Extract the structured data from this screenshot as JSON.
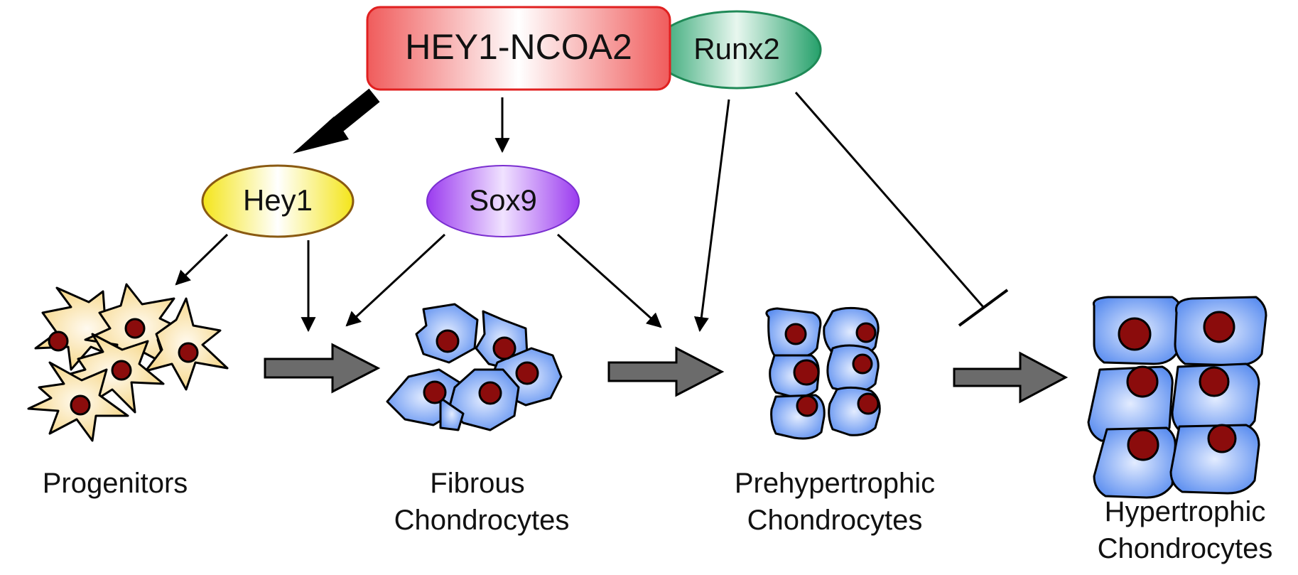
{
  "nodes": {
    "hey1_ncoa2": "HEY1-NCOA2",
    "runx2": "Runx2",
    "hey1": "Hey1",
    "sox9": "Sox9"
  },
  "stages": {
    "progenitors": "Progenitors",
    "fibrous_line1": "Fibrous",
    "fibrous_line2": "Chondrocytes",
    "prehypertrophic_line1": "Prehypertrophic",
    "prehypertrophic_line2": "Chondrocytes",
    "hypertrophic_line1": "Hypertrophic",
    "hypertrophic_line2": "Chondrocytes"
  },
  "colors": {
    "hey1_ncoa2_fill": "#f26b6b",
    "hey1_ncoa2_border": "#e02020",
    "runx2_fill": "#2aa36f",
    "hey1_fill": "#f7ee2a",
    "sox9_fill": "#a23ff0",
    "progenitor_cell": "#f7dc8a",
    "chondrocyte_cell": "#6f9ff5",
    "nucleus": "#8b0c0c",
    "transition_arrow": "#6b6b6b"
  }
}
